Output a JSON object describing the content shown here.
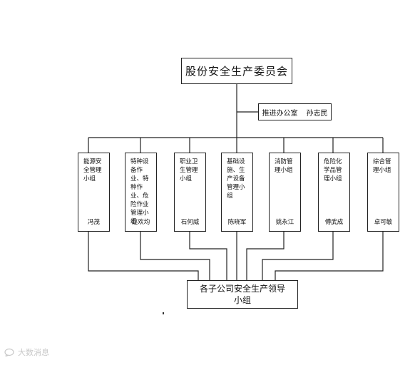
{
  "diagram": {
    "top": "股份安全生产委员会",
    "office": {
      "name": "推进办公室",
      "person": "孙志民"
    },
    "groups": [
      {
        "name": "能源安全管理小组",
        "leader": "冯茂"
      },
      {
        "name": "特种设备作业、特种作业、危险作业管理小组",
        "leader": "赵欢均"
      },
      {
        "name": "职业卫生管理小组",
        "leader": "石何威"
      },
      {
        "name": "基础设施、生产设备管理小组",
        "leader": "陈晓军"
      },
      {
        "name": "消防管理小组",
        "leader": "姚永江"
      },
      {
        "name": "危险化学品管理小组",
        "leader": "傅武成"
      },
      {
        "name": "综合管理小组",
        "leader": "卓可敏"
      }
    ],
    "bottom": "各子公司安全生产领导小组"
  },
  "watermark": "大数消息"
}
